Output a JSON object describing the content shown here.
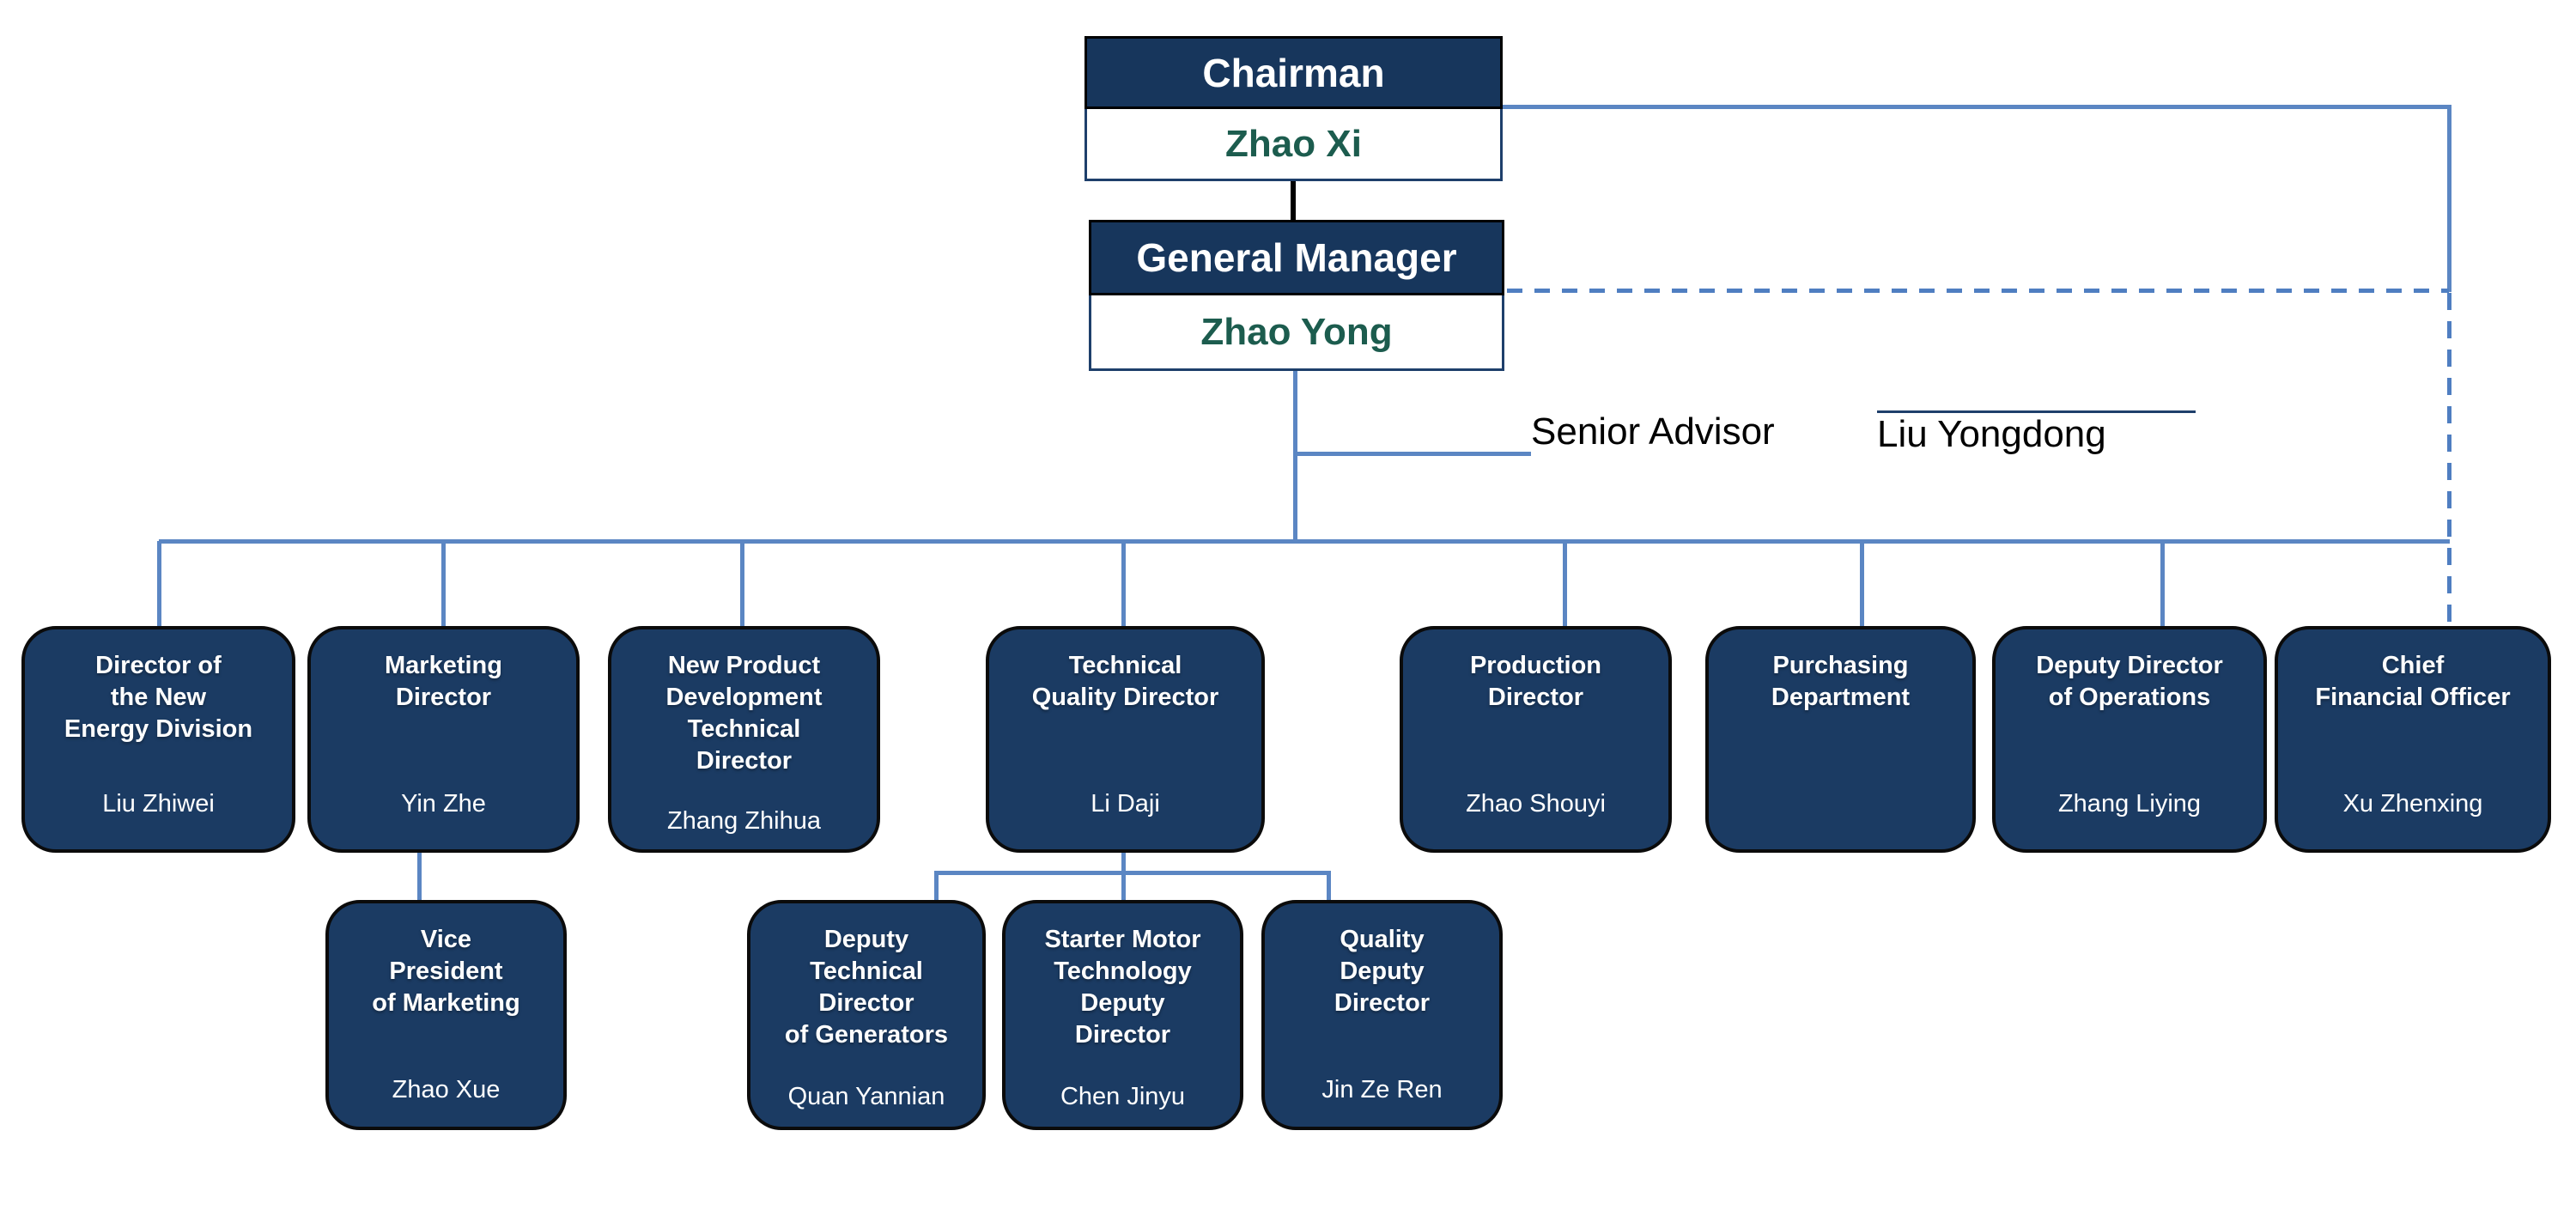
{
  "palette": {
    "header_navy": "#17365c",
    "box_navy": "#1b3b63",
    "name_green": "#1c5c4e",
    "connector_blue": "#5b86c3",
    "connector_black": "#000000",
    "box_border_black": "#0b0b0b"
  },
  "executives": {
    "chairman": {
      "title": "Chairman",
      "name": "Zhao Xi"
    },
    "general_manager": {
      "title": "General Manager",
      "name": "Zhao Yong"
    },
    "senior_advisor": {
      "title": "Senior Advisor",
      "name": "Liu Yongdong"
    }
  },
  "level2": [
    {
      "title": "Director of\nthe New\nEnergy Division",
      "name": "Liu Zhiwei"
    },
    {
      "title": "Marketing\nDirector",
      "name": "Yin Zhe"
    },
    {
      "title": "New Product\nDevelopment\nTechnical\nDirector",
      "name": "Zhang Zhihua"
    },
    {
      "title": "Technical\nQuality Director",
      "name": "Li Daji"
    },
    {
      "title": "Production\nDirector",
      "name": "Zhao Shouyi"
    },
    {
      "title": "Purchasing\nDepartment",
      "name": ""
    },
    {
      "title": "Deputy Director\nof Operations",
      "name": "Zhang Liying"
    },
    {
      "title": "Chief\nFinancial Officer",
      "name": "Xu Zhenxing"
    }
  ],
  "level3": [
    {
      "title": "Vice\nPresident\nof Marketing",
      "name": "Zhao Xue"
    },
    {
      "title": "Deputy\nTechnical\nDirector\nof Generators",
      "name": "Quan Yannian"
    },
    {
      "title": "Starter Motor\nTechnology\nDeputy\nDirector",
      "name": "Chen Jinyu"
    },
    {
      "title": "Quality\nDeputy\nDirector",
      "name": "Jin Ze Ren"
    }
  ]
}
